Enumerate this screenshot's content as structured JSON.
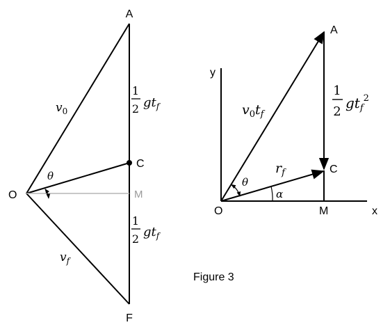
{
  "left_diagram": {
    "points": {
      "A": "A",
      "C": "C",
      "O": "O",
      "M": "M",
      "F": "F"
    },
    "labels": {
      "v0_base": "v",
      "v0_sub": "0",
      "vf_base": "v",
      "vf_sub": "f",
      "theta": "θ",
      "half_upper_num": "1",
      "half_upper_den": "2",
      "half_upper_gt": "gt",
      "half_upper_sub": "f",
      "half_lower_num": "1",
      "half_lower_den": "2",
      "half_lower_gt": "gt",
      "half_lower_sub": "f"
    }
  },
  "right_diagram": {
    "points": {
      "A": "A",
      "C": "C",
      "O": "O",
      "M": "M"
    },
    "axes": {
      "x": "x",
      "y": "y"
    },
    "labels": {
      "v0t_v": "v",
      "v0t_0": "0",
      "v0t_t": "t",
      "v0t_f": "f",
      "half_num": "1",
      "half_den": "2",
      "half_gt": "gt",
      "half_sub": "f",
      "half_exp": "2",
      "rf_base": "r",
      "rf_sub": "f",
      "theta": "θ",
      "alpha": "α"
    }
  },
  "caption": "Figure 3"
}
